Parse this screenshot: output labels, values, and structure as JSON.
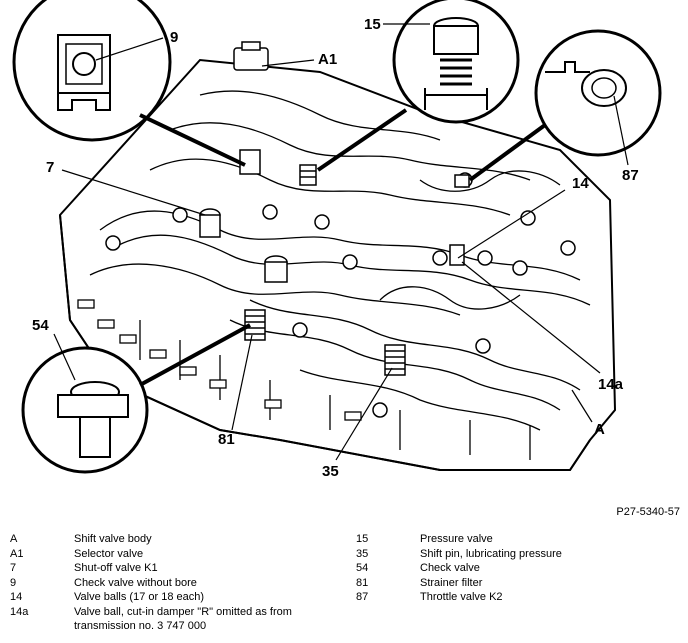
{
  "figure": {
    "callouts": [
      "9",
      "A1",
      "15",
      "87",
      "7",
      "14",
      "54",
      "14a",
      "A",
      "81",
      "35"
    ],
    "figure_id": "P27-5340-57"
  },
  "legend": {
    "left": [
      {
        "key": "A",
        "desc": "Shift valve body"
      },
      {
        "key": "A1",
        "desc": "Selector valve"
      },
      {
        "key": "7",
        "desc": "Shut-off valve K1"
      },
      {
        "key": "9",
        "desc": "Check valve without bore"
      },
      {
        "key": "14",
        "desc": "Valve balls (17 or 18 each)"
      },
      {
        "key": "14a",
        "desc": "Valve ball, cut-in damper \"R\" omitted as from\ntransmission no. 3 747 000"
      }
    ],
    "right": [
      {
        "key": "15",
        "desc": "Pressure valve"
      },
      {
        "key": "35",
        "desc": "Shift pin, lubricating pressure"
      },
      {
        "key": "54",
        "desc": "Check valve"
      },
      {
        "key": "81",
        "desc": "Strainer filter"
      },
      {
        "key": "87",
        "desc": "Throttle valve K2"
      }
    ]
  }
}
